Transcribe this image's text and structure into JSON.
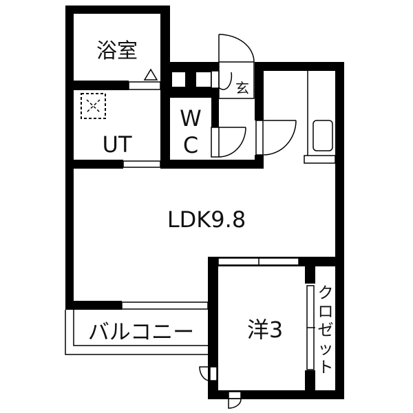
{
  "floorplan": {
    "rooms": {
      "bath": "浴室",
      "utility": "UT",
      "wc_top": "W",
      "wc_bottom": "C",
      "entrance": "玄",
      "ldk": "LDK9.8",
      "western": "洋3",
      "balcony": "バルコニー",
      "closet": [
        "ク",
        "ロ",
        "ゼ",
        "ッ",
        "ト"
      ]
    },
    "colors": {
      "wall": "#000000",
      "background": "#ffffff"
    }
  }
}
